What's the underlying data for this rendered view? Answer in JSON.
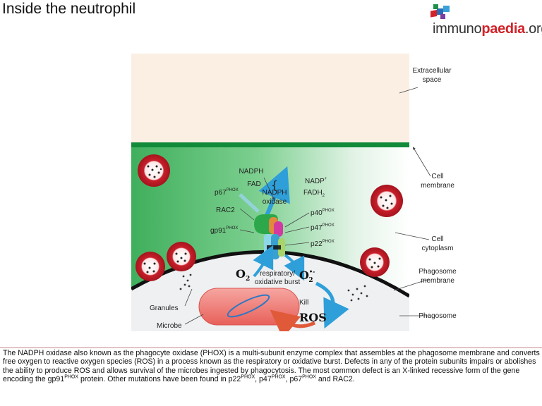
{
  "title": "Inside the neutrophil",
  "logo": {
    "prefix": "immuno",
    "accent": "paedia",
    "suffix": ".org",
    "accent_color": "#d2232a"
  },
  "diagram": {
    "right_labels": {
      "extracellular_line1": "Extracellular",
      "extracellular_line2": "space",
      "cell_membrane_line1": "Cell",
      "cell_membrane_line2": "membrane",
      "cytoplasm_line1": "Cell",
      "cytoplasm_line2": "cytoplasm",
      "phagosome_membrane_line1": "Phagosome",
      "phagosome_membrane_line2": "membrane",
      "phagosome": "Phagosome"
    },
    "complex_labels": {
      "nadph": "NADPH",
      "fad": "FAD",
      "nadph_oxidase_line1": "NADPH",
      "nadph_oxidase_line2": "oxidase",
      "nadp": "NADP",
      "nadp_sup": "+",
      "fadh": "FADH",
      "fadh_sub": "2",
      "p67": "p67",
      "p40": "p40",
      "p47": "p47",
      "p22": "p22",
      "gp91": "gp91",
      "phox": "PHOX",
      "rac2": "RAC2"
    },
    "burst_labels": {
      "o2": "O",
      "o2_sub": "2",
      "superoxide": "O",
      "superoxide_sub": "2",
      "superoxide_sup": "•-",
      "burst_line1": "respiratory/",
      "burst_line2": "oxidative burst",
      "kill": "Kill",
      "ros": "ROS"
    },
    "left_labels": {
      "granules": "Granules",
      "microbe": "Microbe"
    },
    "colors": {
      "extracellular": "#fbefe4",
      "membrane": "#118a3a",
      "cytoplasm_green": "#3fb25e",
      "granule_red": "#c81f2a",
      "microbe": "#ef6f6a",
      "arrow_blue": "#2f9fd9",
      "arrow_red": "#e05a3a"
    }
  },
  "caption": {
    "part1": "The NADPH oxidase also known as the phagocyte oxidase (PHOX) is a multi-subunit enzyme complex that assembles at the phagosome membrane and converts free oxygen to reactive oxygen species (ROS) in a process known as the respiratory or oxidative burst. Defects in any of the protein subunits impairs or abolishes the ability to produce ROS and allows survival of the microbes ingested by phagocytosis. The most common defect is an X-linked recessive form of the gene encoding the gp91",
    "sup1": "PHOX",
    "part2": " protein. Other mutations have been found in p22",
    "sup2": "PHOX",
    "part3": ", p47",
    "sup3": "PHOX",
    "part4": ", p67",
    "sup4": "PHOX",
    "part5": " and RAC2."
  }
}
